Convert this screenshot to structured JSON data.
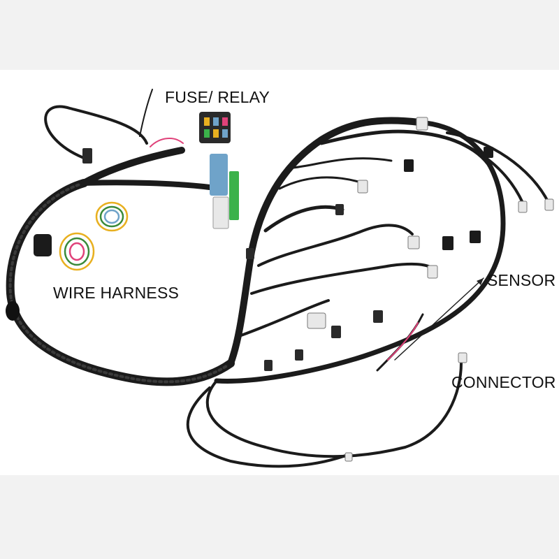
{
  "labels": {
    "fuse_relay": "FUSE/ RELAY",
    "wire_harness": "WIRE HARNESS",
    "sensor": "SENSOR",
    "connector": "CONNECTOR"
  },
  "colors": {
    "background_band": "#f2f2f2",
    "photo_background": "#ffffff",
    "harness_sleeve": "#1b1b1b",
    "label_text": "#111111",
    "fuse_block": "#2a2a2a",
    "pcm_connector_blue": "#6fa3c9",
    "pcm_connector_green": "#3bb24a",
    "wire_pink": "#e0427a",
    "connector_white": "#e8e8e8"
  }
}
